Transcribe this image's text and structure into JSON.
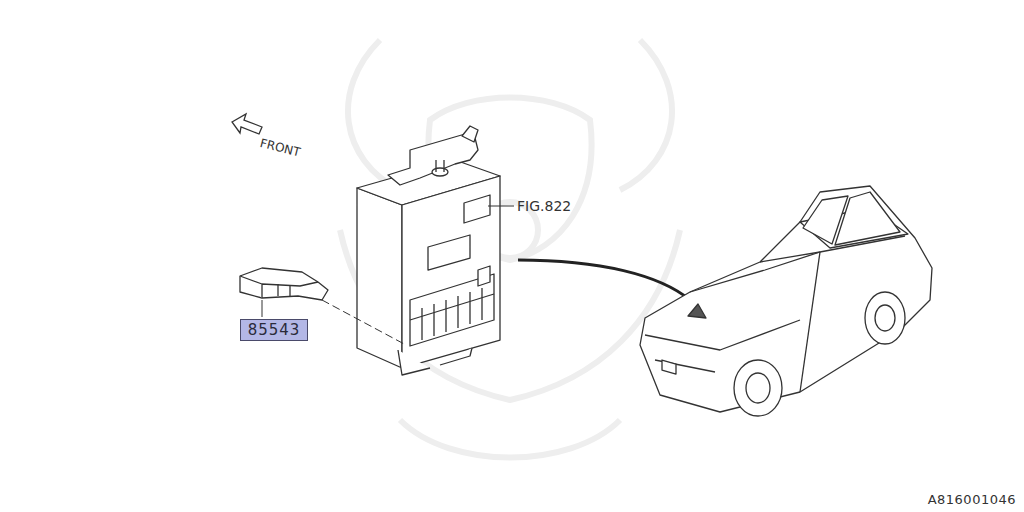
{
  "diagram": {
    "nodes": [
      {
        "text": [
          "85543"
        ]
      }
    ],
    "labels": [
      "FRONT",
      "FIG.822",
      "A816001046"
    ]
  }
}
